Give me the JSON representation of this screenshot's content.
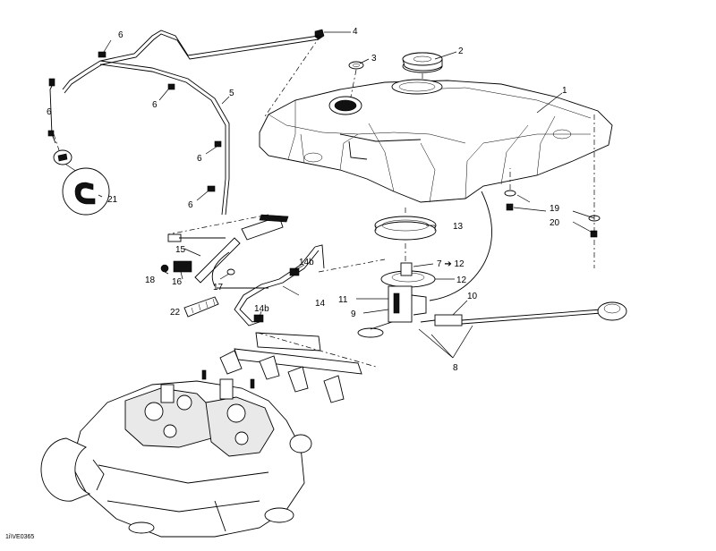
{
  "diagram": {
    "reference_code": "1i\\VE0365",
    "callouts": {
      "c1": "1",
      "c2": "2",
      "c3": "3",
      "c4": "4",
      "c5": "5",
      "c6a": "6",
      "c6b": "6",
      "c6c": "6",
      "c6d": "6",
      "c6e": "6",
      "c7": "7",
      "c7arrow": "7 ➔ 12",
      "c8": "8",
      "c9": "9",
      "c10": "10",
      "c11": "11",
      "c12": "12",
      "c13": "13",
      "c14": "14",
      "c14b_top": "14b",
      "c14b_bottom": "14b",
      "c15": "15",
      "c16": "16",
      "c17": "17",
      "c18": "18",
      "c19": "19",
      "c20": "20",
      "c21": "21",
      "c22": "22"
    }
  }
}
